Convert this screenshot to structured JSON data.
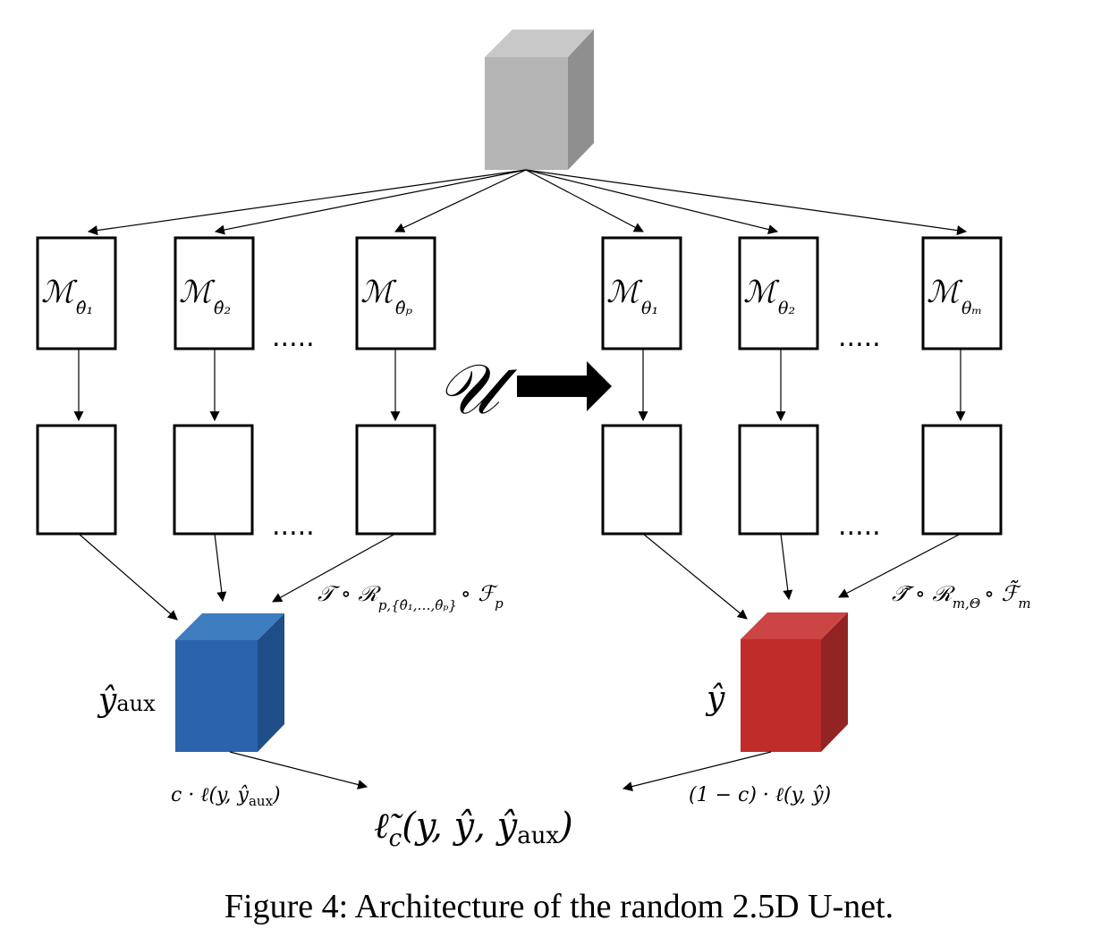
{
  "colors": {
    "input_front": "#b4b4b4",
    "input_top": "#c8c8c8",
    "input_side": "#8f8f8f",
    "aux_front": "#2b64ad",
    "aux_top": "#3e7dc0",
    "aux_side": "#1f4e88",
    "out_front": "#bf2c2a",
    "out_top": "#cc4545",
    "out_side": "#922524"
  },
  "left_models": [
    {
      "base": "ℳ",
      "sub": "θ̂₁"
    },
    {
      "base": "ℳ",
      "sub": "θ̂₂"
    },
    {
      "base": "ℳ",
      "sub": "θ̂ₚ"
    }
  ],
  "right_models": [
    {
      "base": "ℳ",
      "sub": "θ₁"
    },
    {
      "base": "ℳ",
      "sub": "θ₂"
    },
    {
      "base": "ℳ",
      "sub": "θₘ"
    }
  ],
  "ellipsis": ".....",
  "uniform_symbol": "𝒰",
  "left_transform": "𝒯 ∘ ℛ",
  "left_transform_sub": "p,{θ̂₁,…,θ̂ₚ}",
  "left_transform_tail": "∘ ℱ",
  "left_transform_tail_sub": "p",
  "right_transform": "𝒯̃ ∘ ℛ",
  "right_transform_sub": "m,Θ",
  "right_transform_tail": "∘ ℱ̃",
  "right_transform_tail_sub": "m",
  "y_aux_base": "ŷ",
  "y_aux_sub": "aux",
  "y_hat": "ŷ",
  "left_loss": "c · ℓ(y, ŷ",
  "left_loss_sub": "aux",
  "left_loss_close": ")",
  "right_loss": "(1 − c) · ℓ(y, ŷ)",
  "total_loss_base": "ℓ̃",
  "total_loss_sub": "c",
  "total_loss_args": "(y, ŷ, ŷ",
  "total_loss_args_sub": "aux",
  "total_loss_close": ")",
  "caption": "Figure 4:  Architecture of the random 2.5D U-net."
}
